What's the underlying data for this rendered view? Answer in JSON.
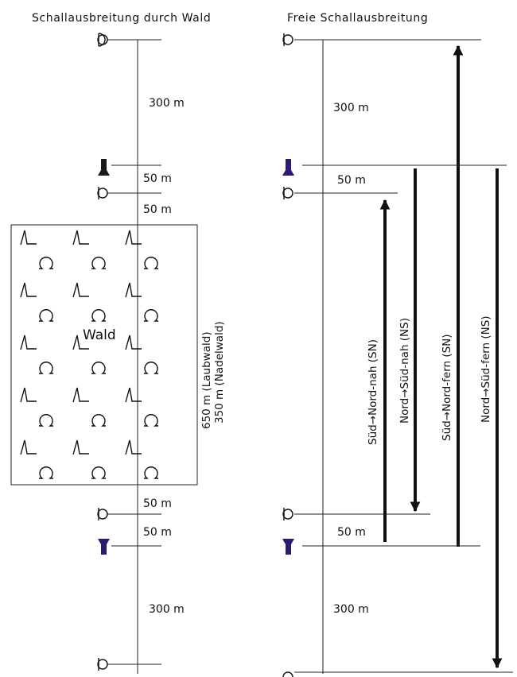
{
  "left_panel": {
    "title": "Schallausbreitung durch Wald",
    "dist_top": "300 m",
    "dist_speaker_top": "50 m",
    "dist_mic_forest_top": "50 m",
    "forest_label": "Wald",
    "forest_depth_line1": "650 m (Laubwald)",
    "forest_depth_line2": "350 m (Nadelwald)",
    "dist_forest_mic_bottom": "50 m",
    "dist_mic_speaker_bottom": "50 m",
    "dist_bottom": "300 m"
  },
  "right_panel": {
    "title": "Freie Schallausbreitung",
    "dist_top": "300 m",
    "dist_speaker_mic": "50 m",
    "dist_mic_speaker": "50 m",
    "dist_bottom": "300 m",
    "arrow_sn_near": "Süd→Nord-nah (SN)",
    "arrow_ns_near": "Nord→Süd-nah (NS)",
    "arrow_sn_far": "Süd→Nord-fern (SN)",
    "arrow_ns_far": "Nord→Süd-fern (NS)"
  },
  "colors": {
    "speaker_top_left": "#1a1a1a",
    "speaker_blue": "#2e1a6e"
  },
  "icons": {
    "microphone": "microphone-icon",
    "speaker": "speaker-icon",
    "tree_a": "deciduous-tree-icon",
    "tree_b": "conifer-tree-icon"
  }
}
